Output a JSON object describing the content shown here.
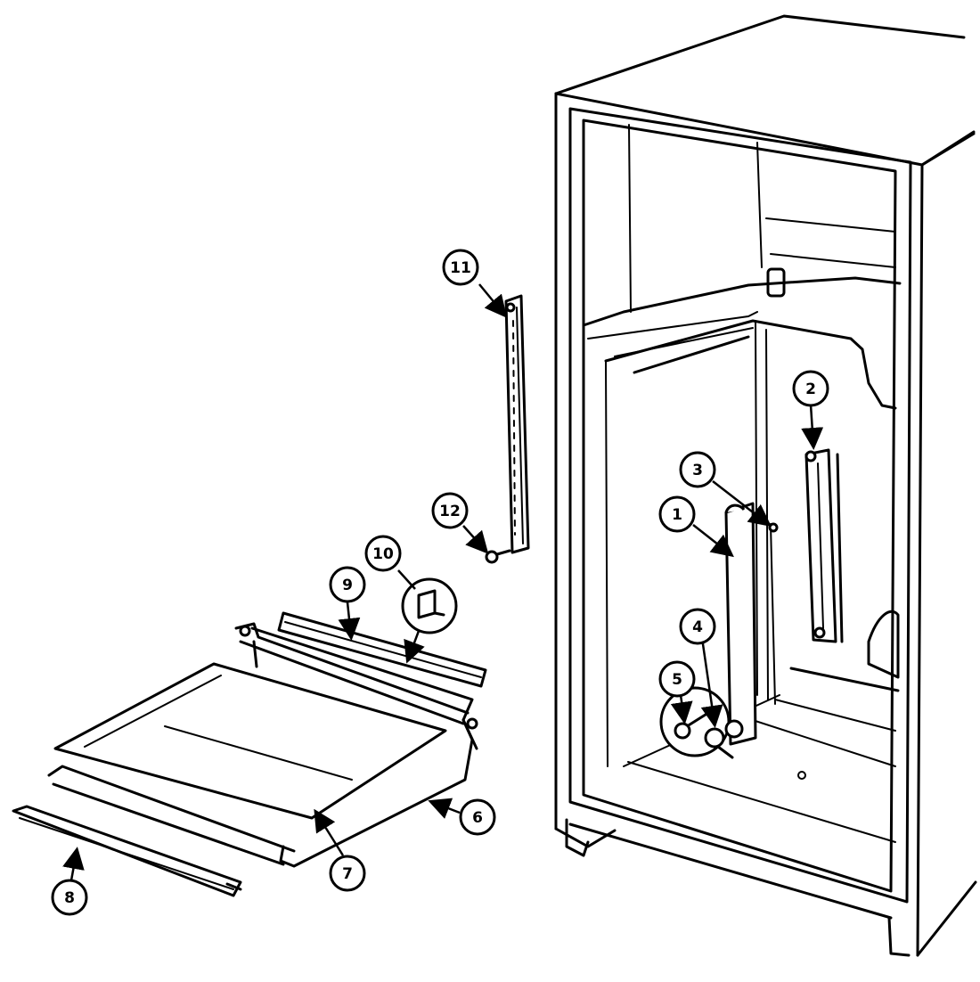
{
  "callouts": [
    {
      "id": "c1",
      "label": "1"
    },
    {
      "id": "c2",
      "label": "2"
    },
    {
      "id": "c3",
      "label": "3"
    },
    {
      "id": "c4",
      "label": "4"
    },
    {
      "id": "c5",
      "label": "5"
    },
    {
      "id": "c6",
      "label": "6"
    },
    {
      "id": "c7",
      "label": "7"
    },
    {
      "id": "c8",
      "label": "8"
    },
    {
      "id": "c9",
      "label": "9"
    },
    {
      "id": "c10",
      "label": "10"
    },
    {
      "id": "c11",
      "label": "11"
    },
    {
      "id": "c12",
      "label": "12"
    }
  ]
}
